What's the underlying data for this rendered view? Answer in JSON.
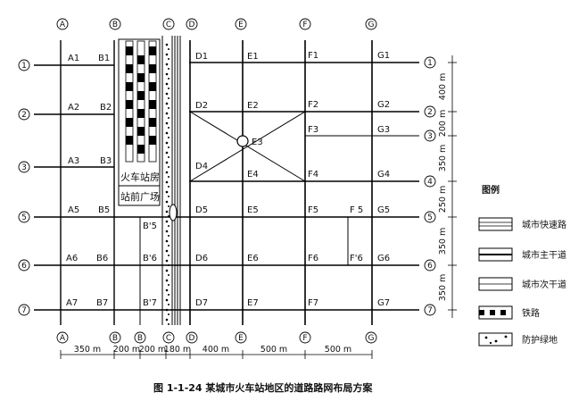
{
  "col_markers": [
    "A",
    "B",
    "B",
    "C",
    "D",
    "E",
    "F",
    "G"
  ],
  "row_markers": [
    "1",
    "2",
    "3",
    "4",
    "5",
    "6",
    "7"
  ],
  "nodes": [
    "A1",
    "B1",
    "D1",
    "E1",
    "F1",
    "G1",
    "A2",
    "B2",
    "D2",
    "E2",
    "F2",
    "G2",
    "E3",
    "F3",
    "G3",
    "A3",
    "B3",
    "D4",
    "E4",
    "F4",
    "G4",
    "A5",
    "B5",
    "B'5",
    "D5",
    "E5",
    "F5",
    "F 5",
    "G5",
    "A6",
    "B6",
    "B'6",
    "D6",
    "E6",
    "F6",
    "F'6",
    "G6",
    "A7",
    "B7",
    "B'7",
    "D7",
    "E7",
    "F7",
    "G7"
  ],
  "labels": {
    "station_building": "火车站房",
    "station_plaza": "站前广场"
  },
  "dimensions": {
    "horizontal": [
      "350 m",
      "200 m",
      "200 m",
      "180 m",
      "400 m",
      "500 m",
      "500 m"
    ],
    "vertical": [
      "400 m",
      "200 m",
      "350 m",
      "250 m",
      "350 m",
      "350 m"
    ]
  },
  "legend": {
    "title": "图例",
    "items": [
      {
        "icon": "expressway-icon",
        "label": "城市快速路"
      },
      {
        "icon": "main-road-icon",
        "label": "城市主干道"
      },
      {
        "icon": "secondary-road-icon",
        "label": "城市次干道"
      },
      {
        "icon": "railway-icon",
        "label": "铁路"
      },
      {
        "icon": "green-belt-icon",
        "label": "防护绿地"
      }
    ]
  },
  "caption": "图 1-1-24   某城市火车站地区的道路路网布局方案"
}
